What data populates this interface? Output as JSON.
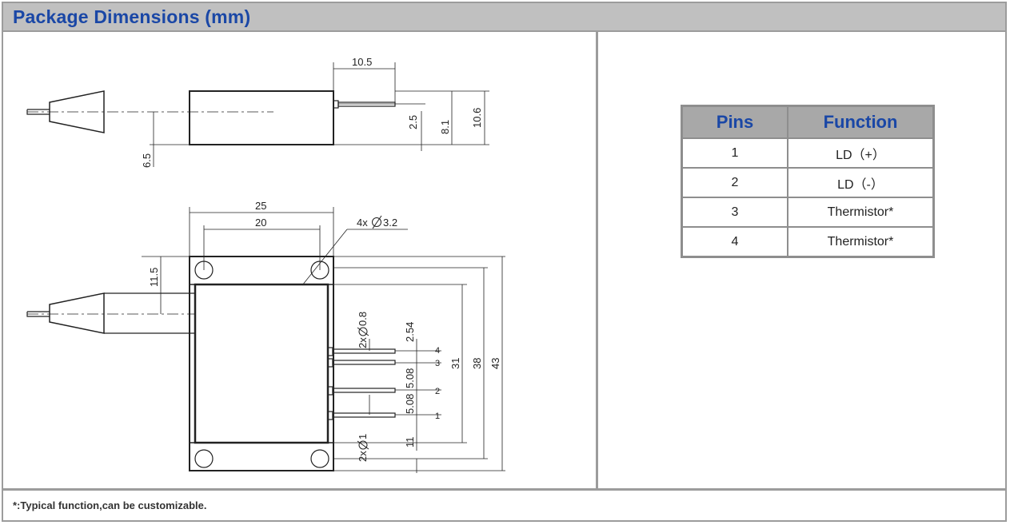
{
  "header": {
    "title": "Package Dimensions (mm)"
  },
  "drawing": {
    "side_view": {
      "dims": [
        "10.5",
        "2.5",
        "8.1",
        "10.6",
        "6.5"
      ]
    },
    "top_view": {
      "dims": [
        "25",
        "20",
        "4x",
        "3.2",
        "11.5",
        "2x",
        "0.8",
        "2.54",
        "31",
        "38",
        "43",
        "5.08",
        "5.08",
        "11",
        "2x",
        "1"
      ],
      "pin_numbers": [
        "4",
        "3",
        "2",
        "1"
      ]
    }
  },
  "table": {
    "headers": [
      "Pins",
      "Function"
    ],
    "rows": [
      {
        "pin": "1",
        "function": "LD（+）"
      },
      {
        "pin": "2",
        "function": "LD（-）"
      },
      {
        "pin": "3",
        "function": "Thermistor*"
      },
      {
        "pin": "4",
        "function": "Thermistor*"
      }
    ]
  },
  "footnote": "*:Typical function,can be customizable."
}
